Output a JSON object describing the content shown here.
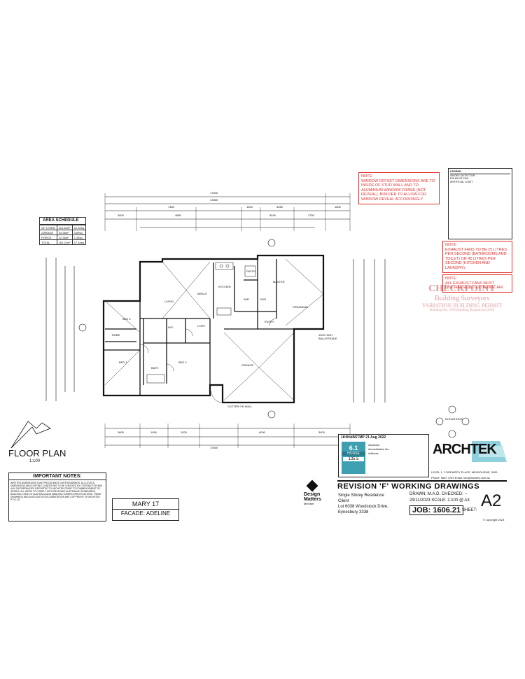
{
  "plan": {
    "title": "FLOOR PLAN",
    "scale": "1:100",
    "rooms": {
      "living": "LIVING",
      "meals": "MEALS",
      "kitchen": "KITCHEN",
      "master": "MASTER",
      "verandah": "VERANDAH",
      "entry": "ENTRY",
      "garage": "GARAGE",
      "bed4": "BED 4",
      "bed3": "BED 3",
      "bed2": "BED 2",
      "bath": "BATH",
      "wc": "W/C",
      "ldry": "L'DRY",
      "robe": "ROBE",
      "wir": "WIR",
      "ens": "ENS",
      "pantry": "PNTRY"
    },
    "dims_top": {
      "overall": "17500",
      "row2": "13560",
      "row3a": "7480",
      "row3b": "1500",
      "row3c": "3080",
      "row3d": "1800",
      "row4a": "3600",
      "row4b": "4880",
      "row4c": "3540",
      "row4d": "2750"
    },
    "dims_bottom": {
      "overall": "17500",
      "a": "3600",
      "b": "1990",
      "c": "1200",
      "d": "6000",
      "e": "3900"
    },
    "labels": {
      "gutter": "GUTTER ON WALL",
      "balustrade": "1000 HIGH BALUSTRADE",
      "elevations": "ELEVATIONS"
    }
  },
  "area_schedule": {
    "title": "AREA SCHEDULE",
    "rows": [
      {
        "name": "GF LIVING",
        "m2": "114.48m²",
        "sq": "12.32sq"
      },
      {
        "name": "GARAGE",
        "m2": "34.38m²",
        "sq": "3.69sq"
      },
      {
        "name": "PORCH",
        "m2": "12.35m²",
        "sq": "1.33sq"
      },
      {
        "name": "TOTAL",
        "m2": "161.21m²",
        "sq": "17.34sq"
      }
    ]
  },
  "notes": {
    "window_note_title": "NOTE:",
    "window_note": "WINDOW OFFSET DIMENSIONS ARE TO INSIDE OF STUD WALL AND TO ALUMINIUM WINDOW FRAME (NOT REVEAL). BUILDER TO ALLOW FOR WINDOW REVEAL ACCORDINGLY",
    "exhaust_title": "NOTE:",
    "exhaust": "EXHAUST FANS TO BE 25 LITRES PER SECOND (BATHROOMS AND TOILET) OR 40 LITRES PER SECOND (KITCHEN AND LAUNDRY)",
    "discharge_title": "NOTE:",
    "discharge": "ALL EXHAUST FANS MUST DISCHARGE TO EXTERNAL AIR"
  },
  "legend": {
    "title": "LEGEND",
    "items": [
      "SMOKE DETECTOR",
      "EXHAUST FAN",
      "ARTIFICIAL LIGHT"
    ]
  },
  "stamp": {
    "line1": "CHECKPOINT",
    "line2": "Building Surveyors",
    "line3": "VARIATION BUILDING PERMIT",
    "line4": "Building Act 1993 Building Regulations 2018"
  },
  "important_notes": {
    "title": "IMPORTANT NOTES:",
    "body": "WRITTEN DIMENSIONS TAKE PRECEDENCE OVER DRAWINGS. ALL LEVELS, DIMENSIONS AND EXISTING CONDITIONS TO BE CHECKED BY CONTRACTOR AND ANY DISCREPANCIES REPORTED TO ARCHITEK PRIOR TO COMMENCEMENT OF WORKS. ALL WORK TO COMPLY WITH RELEVANT AUSTRALIAN STANDARDS, BUILDING CODE OF AUSTRALIA AND MANUFACTURERS SPECIFICATIONS. THESE DRAWINGS AND ASSOCIATED DOCUMENTATION ARE COPYRIGHT OF ARCHITEK PTY LTD."
  },
  "project": {
    "name": "MARY 17",
    "facade": "FACADE: ADELINE"
  },
  "energy": {
    "header": "1K0HABSTMP 21 Aug 2022",
    "stars": "6.1",
    "house": "HOUSE",
    "energy_value": "135.5",
    "assessor": "Assessor",
    "accreditation": "Accreditation No.",
    "address": "Address"
  },
  "firm": {
    "name": "ARCHTEK",
    "address": "LEVEL 1, 2 DREWERY PLACE, MELBOURNE, 3000.",
    "contact": "Phone: 9687 4749  Email: info@archtek.com.au"
  },
  "design_matters": {
    "line1": "Design",
    "line2": "Matters",
    "member": "Member"
  },
  "title_block": {
    "revision": "REVISION 'F' WORKING DRAWINGS",
    "type": "Single Storey Residence",
    "client": "Client",
    "address1": "Lot 6038 Woodstock Drive,",
    "address2": "Eynesbury 3338",
    "drawn": "DRAWN:  M.A.D. CHECKED: --",
    "date_scale": "29/11/2023   SCALE: 1:100 @ A3",
    "job": "JOB: 1606.21",
    "sheet_label": "SHEET:",
    "sheet": "A2",
    "copyright": "© copyright 2023"
  }
}
